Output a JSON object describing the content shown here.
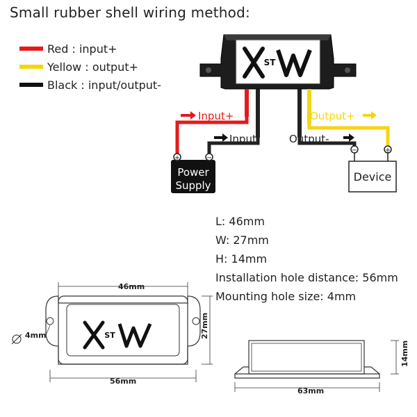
{
  "title": "Small rubber shell wiring method:",
  "legend": [
    {
      "label": "Red : input+",
      "color": "#e31b1b"
    },
    {
      "label": "Yellow : output+",
      "color": "#f3d514"
    },
    {
      "label": "Black : input/output-",
      "color": "#111111"
    }
  ],
  "wiring": {
    "logo_text": "XSTW",
    "logo_st": "ST",
    "input_plus": "Input+",
    "input_minus": "Input-",
    "output_plus": "Output+",
    "output_minus": "Output-",
    "power_supply_line1": "Power",
    "power_supply_line2": "Supply",
    "device": "Device",
    "plus_symbol": "+",
    "minus_symbol": "−"
  },
  "specs": {
    "length": "L: 46mm",
    "width": "W: 27mm",
    "height": "H: 14mm",
    "hole_distance": "Installation hole distance: 56mm",
    "hole_size": "Mounting hole size: 4mm"
  },
  "dimensions": {
    "top_width": "46mm",
    "total_width": "56mm",
    "height_side": "27mm",
    "hole_dia": "4mm",
    "side_length": "63mm",
    "side_height": "14mm"
  },
  "colors": {
    "red": "#e31b1b",
    "yellow": "#f3d514",
    "black": "#111111",
    "gray_wire": "#8a8a8a"
  }
}
